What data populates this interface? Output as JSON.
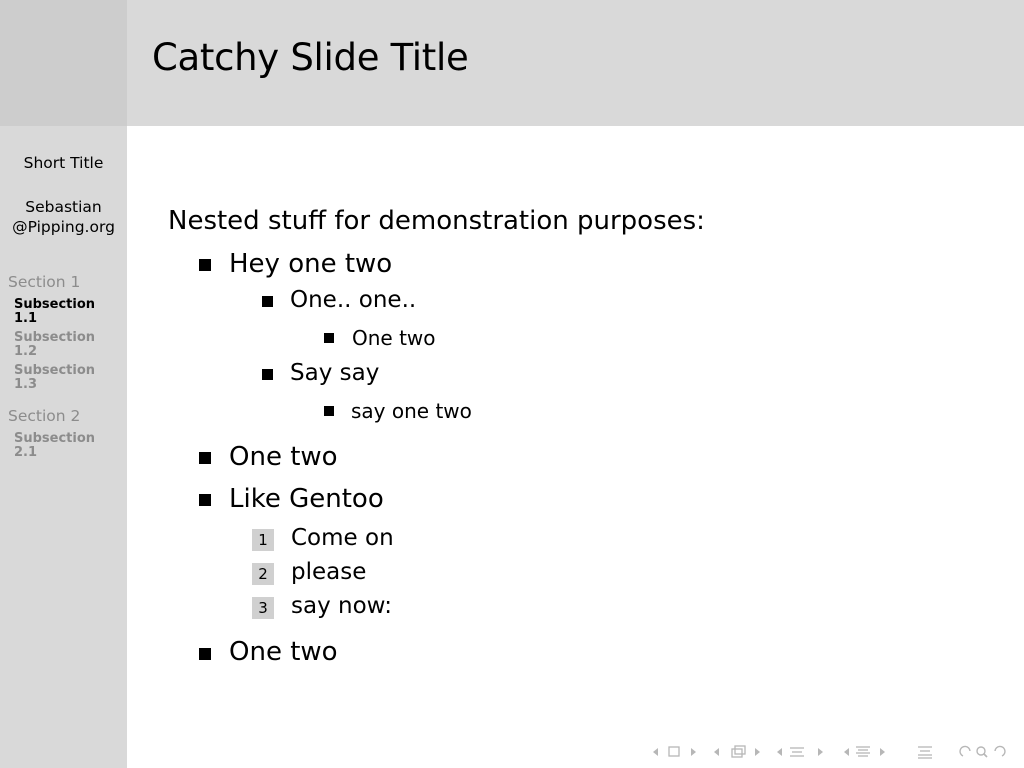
{
  "header": {
    "title": "Catchy Slide Title"
  },
  "sidebar": {
    "short_title": "Short Title",
    "author_line1": "Sebastian",
    "author_line2": "@Pipping.org",
    "sections": [
      {
        "label": "Section 1",
        "subsections": [
          {
            "line1": "Subsection",
            "line2": "1.1",
            "active": true
          },
          {
            "line1": "Subsection",
            "line2": "1.2",
            "active": false
          },
          {
            "line1": "Subsection",
            "line2": "1.3",
            "active": false
          }
        ]
      },
      {
        "label": "Section 2",
        "subsections": [
          {
            "line1": "Subsection",
            "line2": "2.1",
            "active": false
          }
        ]
      }
    ]
  },
  "body": {
    "intro": "Nested stuff for demonstration purposes:",
    "item1": "Hey one two",
    "item1_1": "One.. one..",
    "item1_1_1": "One two",
    "item1_2": "Say say",
    "item1_2_1": "say one two",
    "item2": "One two",
    "item3": "Like Gentoo",
    "enum": [
      {
        "num": "1",
        "text": "Come on"
      },
      {
        "num": "2",
        "text": "please"
      },
      {
        "num": "3",
        "text": "say now:"
      }
    ],
    "item4": "One two"
  },
  "nav": {
    "icons": [
      "left-arrow-icon",
      "frame-icon",
      "right-arrow-icon",
      "left-arrow-icon",
      "subsection-icon",
      "right-arrow-icon",
      "left-arrow-icon",
      "section-icon",
      "right-arrow-icon",
      "left-arrow-icon",
      "outline-icon",
      "right-arrow-icon",
      "appendix-icon",
      "back-icon",
      "search-icon",
      "forward-icon"
    ]
  }
}
